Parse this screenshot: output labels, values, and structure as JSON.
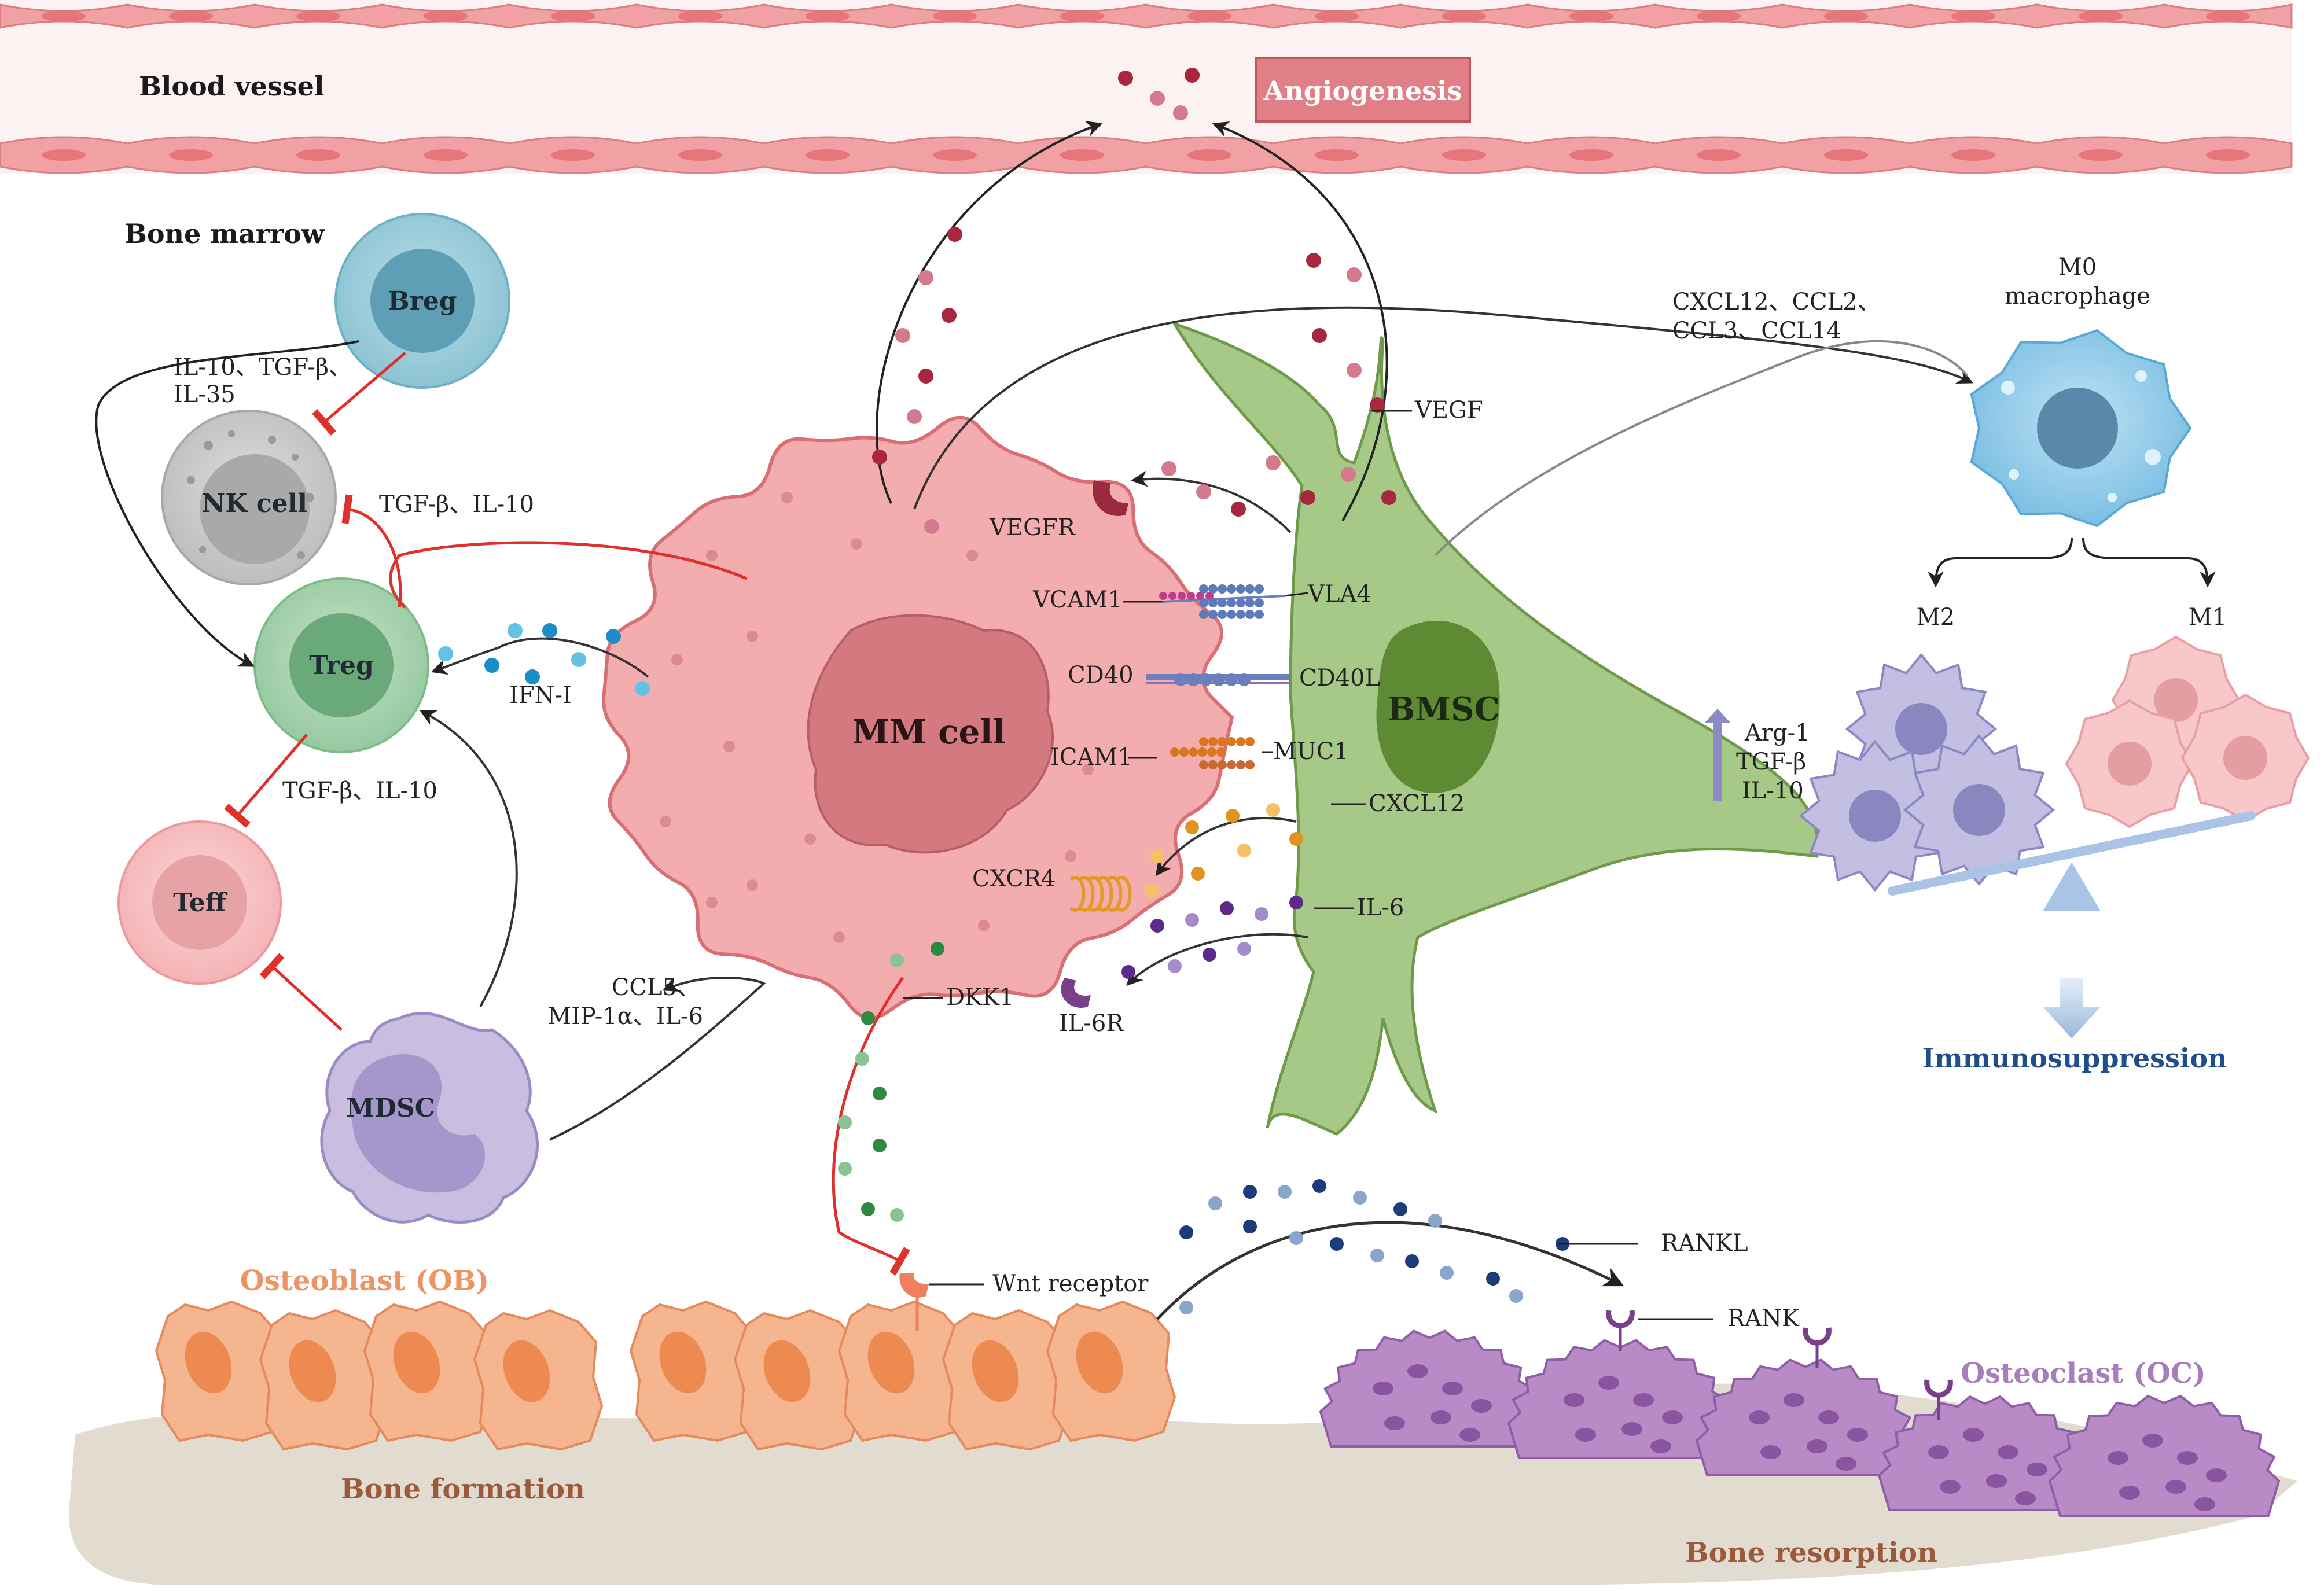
{
  "regions": {
    "blood_vessel": "Blood vessel",
    "bone_marrow": "Bone marrow",
    "angiogenesis": "Angiogenesis",
    "bone_formation": "Bone formation",
    "bone_resorption": "Bone resorption",
    "immunosuppression": "Immunosuppression"
  },
  "cells": {
    "breg": "Breg",
    "nk": "NK cell",
    "treg": "Treg",
    "teff": "Teff",
    "mdsc": "MDSC",
    "mm": "MM cell",
    "bmsc": "BMSC",
    "m0": "M0",
    "m0_sub": "macrophage",
    "m2": "M2",
    "m1": "M1",
    "osteoblast": "Osteoblast (OB)",
    "osteoclast": "Osteoclast (OC)"
  },
  "signals": {
    "breg_line1": "IL-10、TGF-β、",
    "breg_line2": "IL-35",
    "mm_nk": "TGF-β、IL-10",
    "ifn": "IFN-I",
    "treg_teff": "TGF-β、IL-10",
    "mdsc_line1": "CCL5、",
    "mdsc_line2": "MIP-1α、IL-6",
    "chemokines_line1": "CXCL12、CCL2、",
    "chemokines_line2": "CCL3、CCL14",
    "vegf": "VEGF",
    "vegfr": "VEGFR",
    "vcam1": "VCAM1",
    "vla4": "VLA4",
    "cd40": "CD40",
    "cd40l": "CD40L",
    "icam1": "ICAM1",
    "muc1": "MUC1",
    "cxcl12": "CXCL12",
    "cxcr4": "CXCR4",
    "il6": "IL-6",
    "il6r": "IL-6R",
    "dkk1": "DKK1",
    "wnt": "Wnt receptor",
    "rankl": "RANKL",
    "rank": "RANK",
    "arg1": "Arg-1",
    "tgfb": "TGF-β",
    "il10": "IL-10"
  },
  "colors": {
    "vessel": "#f2a3a6",
    "mm": "#f4aeb0",
    "bmsc": "#a7c987",
    "osteoblast": "#f5b58e",
    "osteoclast": "#b98bc6",
    "inhibit": "#e0302b",
    "immunosuppression": "#1f4f8a"
  }
}
